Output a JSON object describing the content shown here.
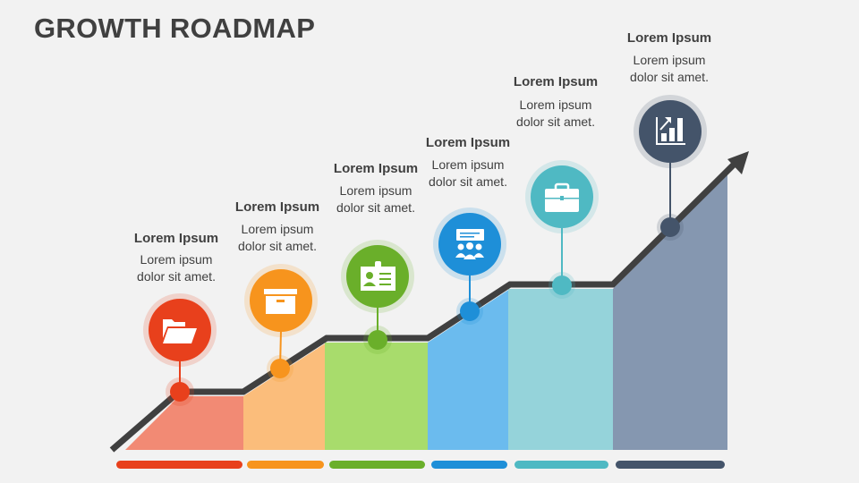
{
  "title": "GROWTH ROADMAP",
  "steps": [
    {
      "title": "Lorem Ipsum",
      "line1": "Lorem ipsum",
      "line2": "dolor sit amet.",
      "icon": "folder-icon",
      "color": "#e8401c",
      "fill": "#f28a74"
    },
    {
      "title": "Lorem Ipsum",
      "line1": "Lorem ipsum",
      "line2": "dolor sit amet.",
      "icon": "archive-box-icon",
      "color": "#f7941d",
      "fill": "#fbbd7b"
    },
    {
      "title": "Lorem Ipsum",
      "line1": "Lorem ipsum",
      "line2": "dolor sit amet.",
      "icon": "id-card-icon",
      "color": "#6aaf2a",
      "fill": "#a8dc6c"
    },
    {
      "title": "Lorem Ipsum",
      "line1": "Lorem ipsum",
      "line2": "dolor sit amet.",
      "icon": "team-chat-icon",
      "color": "#1e8fd8",
      "fill": "#6bbbee"
    },
    {
      "title": "Lorem Ipsum",
      "line1": "Lorem ipsum",
      "line2": "dolor sit amet.",
      "icon": "briefcase-icon",
      "color": "#4fb9c3",
      "fill": "#95d3da"
    },
    {
      "title": "Lorem Ipsum",
      "line1": "Lorem ipsum",
      "line2": "dolor sit amet.",
      "icon": "growth-chart-icon",
      "color": "#44546a",
      "fill": "#8597b0"
    }
  ]
}
